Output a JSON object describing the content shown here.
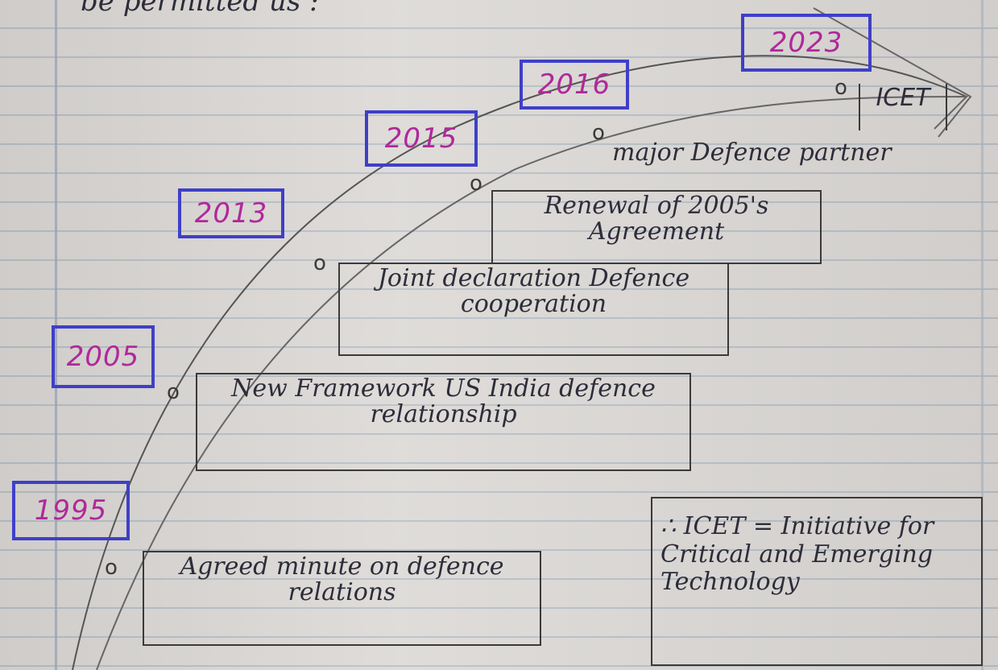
{
  "header_scribble": "be           permitted           us :",
  "timeline": [
    {
      "year": "1995",
      "event": "Agreed minute on defence relations"
    },
    {
      "year": "2005",
      "event": "New Framework US India defence relationship"
    },
    {
      "year": "2013",
      "event": "Joint declaration Defence cooperation"
    },
    {
      "year": "2015",
      "event": "Renewal of 2005's Agreement"
    },
    {
      "year": "2016",
      "event": "major Defence partner"
    },
    {
      "year": "2023",
      "event": "ICET"
    }
  ],
  "note": "∴ ICET = Initiative for Critical and Emerging Technology",
  "bullet_mark": "o",
  "colors": {
    "year_ink": "#b0289a",
    "box_ink": "#3f3fc8",
    "pencil": "#3a3a3a"
  }
}
